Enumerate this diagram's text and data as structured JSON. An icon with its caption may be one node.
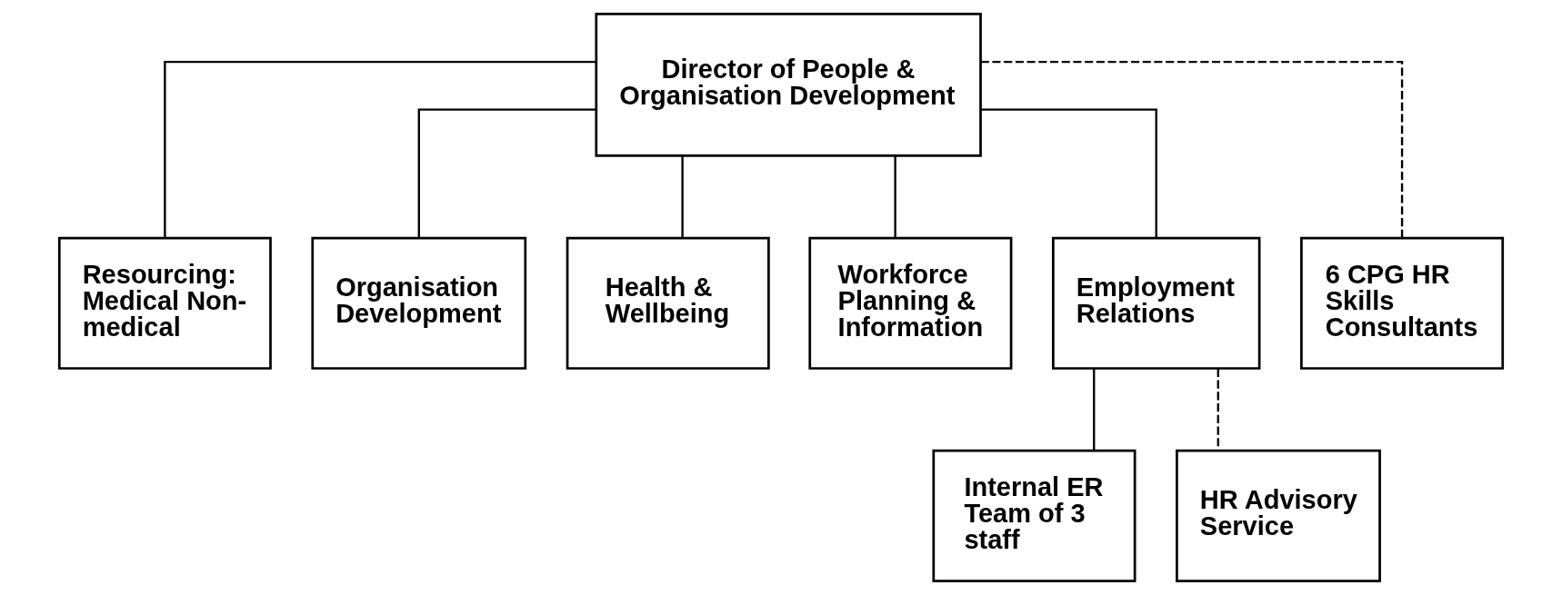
{
  "diagram": {
    "nodes": [
      {
        "text": [
          "Director of People & Organisation Development"
        ]
      },
      {
        "text": [
          "Resourcing: Medical Non-medical"
        ]
      },
      {
        "text": [
          "Organisation Development"
        ]
      },
      {
        "text": [
          "Health & Wellbeing"
        ]
      },
      {
        "text": [
          "Workforce Planning & Information"
        ]
      },
      {
        "text": [
          "Employment Relations"
        ]
      },
      {
        "text": [
          "6 CPG HR Skills Consultants"
        ]
      },
      {
        "text": [
          "Internal ER Team of 3 staff"
        ]
      },
      {
        "text": [
          "HR Advisory Service"
        ]
      }
    ],
    "edges": [
      {
        "from": 0,
        "to": 1,
        "arrow": "none"
      },
      {
        "from": 0,
        "to": 2,
        "arrow": "none"
      },
      {
        "from": 0,
        "to": 3,
        "arrow": "none"
      },
      {
        "from": 0,
        "to": 4,
        "arrow": "none"
      },
      {
        "from": 0,
        "to": 5,
        "arrow": "none"
      },
      {
        "from": 0,
        "to": 6,
        "arrow": "none",
        "style": "dashed"
      },
      {
        "from": 5,
        "to": 7,
        "arrow": "none"
      },
      {
        "from": 5,
        "to": 8,
        "arrow": "none",
        "style": "dashed"
      }
    ]
  }
}
